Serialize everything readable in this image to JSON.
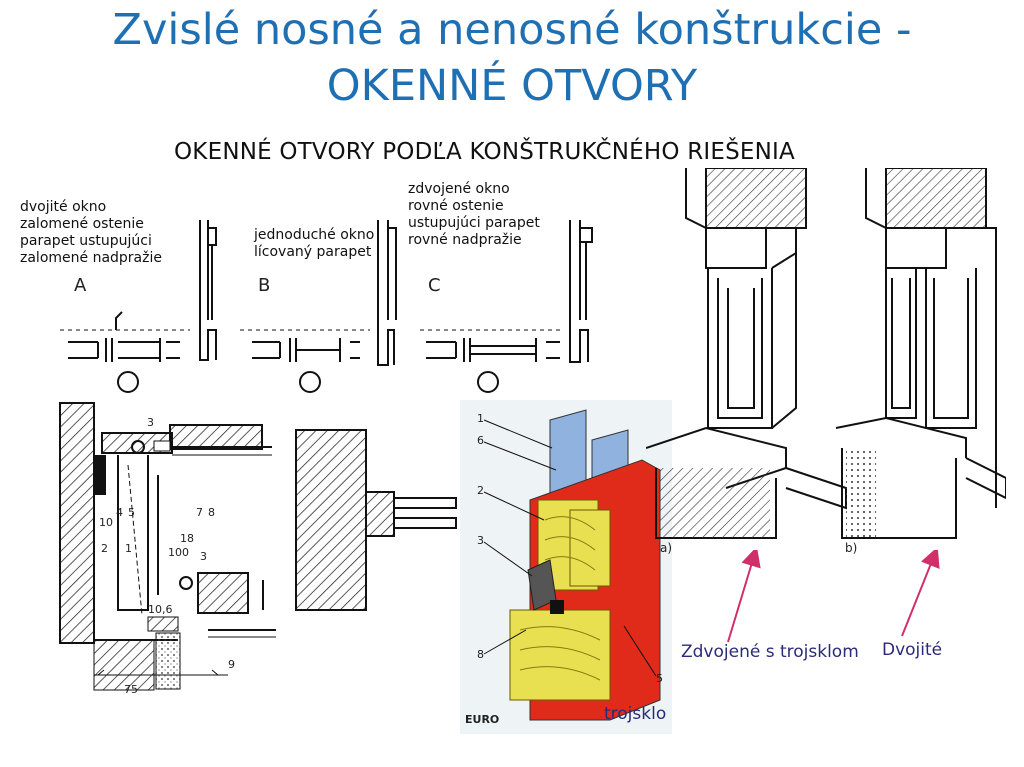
{
  "slide": {
    "title_line1": "Zvislé nosné a nenosné konštrukcie  -",
    "title_line2": "OKENNÉ OTVORY",
    "subtitle": "OKENNÉ OTVORY PODĽA KONŠTRUKČNÉHO RIEŠENIA"
  },
  "variants": {
    "a": {
      "lines": [
        "dvojité okno",
        "zalomené ostenie",
        "parapet ustupujúci",
        "zalomené nadpražie"
      ],
      "letter": "A"
    },
    "b": {
      "lines": [
        "jednoduché okno",
        "lícovaný parapet"
      ],
      "letter": "B"
    },
    "c": {
      "lines": [
        "zdvojené okno",
        "rovné ostenie",
        "ustupujúci parapet",
        "rovné nadpražie"
      ],
      "letter": "C"
    }
  },
  "detail_labels": {
    "dim_3_top": "3",
    "dim_7": "7",
    "dim_8": "8",
    "dim_4": "4",
    "dim_5": "5",
    "dim_10": "10",
    "dim_2": "2",
    "dim_1": "1",
    "dim_18": "18",
    "dim_100": "100",
    "dim_3_mid": "3",
    "dim_9": "9",
    "dim_75": "75",
    "dim_10_6": "10,6"
  },
  "section_photo": {
    "labels": [
      "1",
      "6",
      "2",
      "3",
      "8",
      "5"
    ],
    "brand": "EURO"
  },
  "perspective": {
    "label_a": "a)",
    "label_b": "b)"
  },
  "captions": {
    "double_triple": "Zdvojené s trojsklom",
    "double": "Dvojité",
    "triple": "trojsklo"
  },
  "colors": {
    "title": "#1f6fb3",
    "arrow": "#d0306a",
    "wood": "#e8e050",
    "frame": "#e02a1a",
    "glass": "#8fb2de"
  }
}
